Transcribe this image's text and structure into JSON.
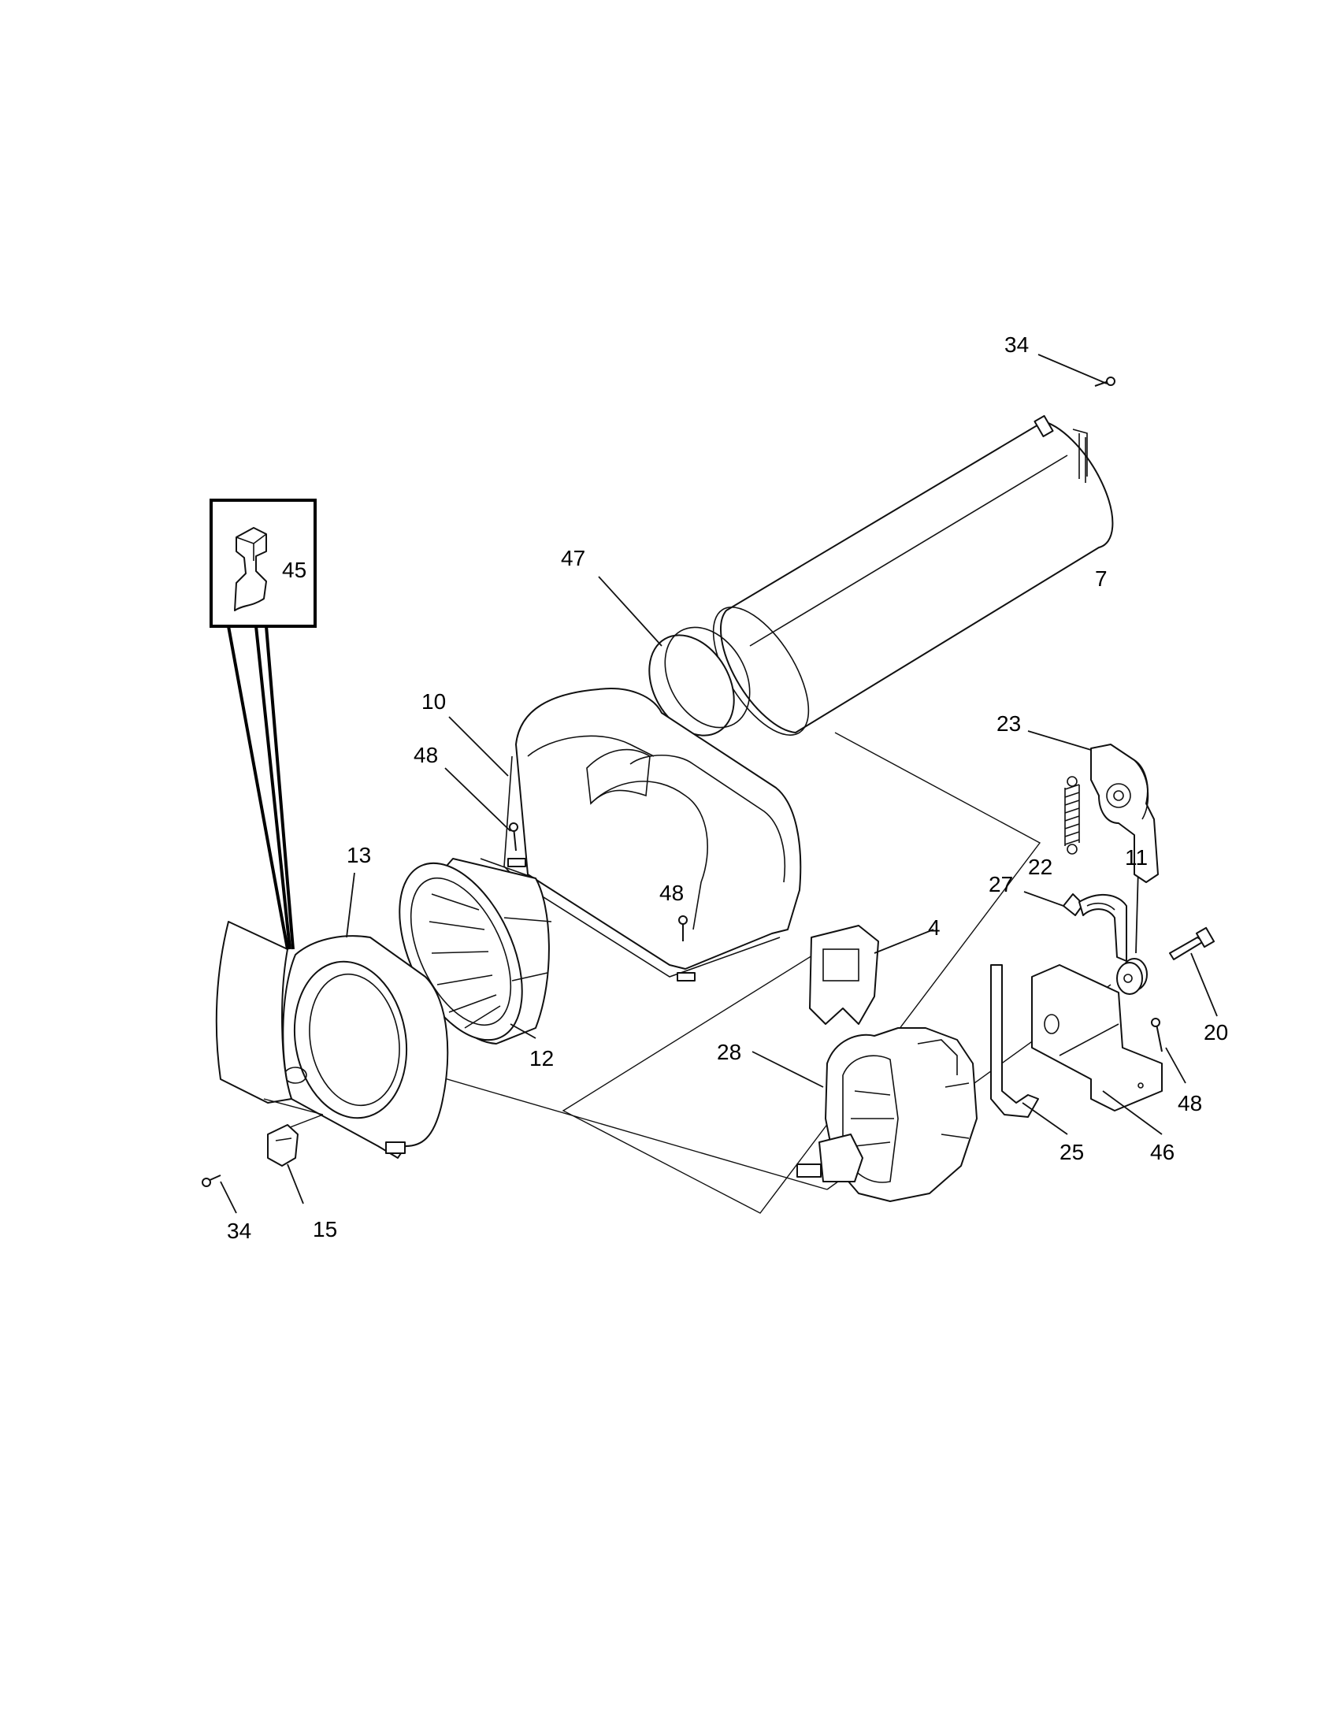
{
  "diagram": {
    "labels": [
      {
        "id": "l34a",
        "text": "34"
      },
      {
        "id": "l7",
        "text": "7"
      },
      {
        "id": "l47",
        "text": "47"
      },
      {
        "id": "l45",
        "text": "45"
      },
      {
        "id": "l10",
        "text": "10"
      },
      {
        "id": "l48a",
        "text": "48"
      },
      {
        "id": "l13",
        "text": "13"
      },
      {
        "id": "l48b",
        "text": "48"
      },
      {
        "id": "l12",
        "text": "12"
      },
      {
        "id": "l23",
        "text": "23"
      },
      {
        "id": "l22",
        "text": "22"
      },
      {
        "id": "l27",
        "text": "27"
      },
      {
        "id": "l11",
        "text": "11"
      },
      {
        "id": "l4",
        "text": "4"
      },
      {
        "id": "l20",
        "text": "20"
      },
      {
        "id": "l28",
        "text": "28"
      },
      {
        "id": "l48c",
        "text": "48"
      },
      {
        "id": "l25",
        "text": "25"
      },
      {
        "id": "l46",
        "text": "46"
      },
      {
        "id": "l34b",
        "text": "34"
      },
      {
        "id": "l15",
        "text": "15"
      }
    ]
  }
}
